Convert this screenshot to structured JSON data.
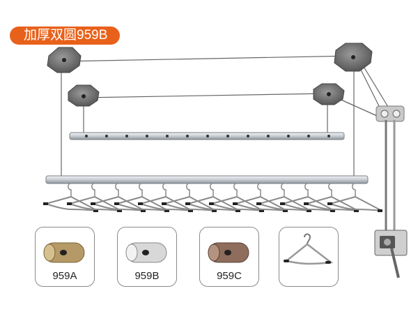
{
  "product": {
    "title": "加厚双圆959B"
  },
  "variants": [
    {
      "code": "959A",
      "color": "#b59a68"
    },
    {
      "code": "959B",
      "color": "#d8d8d8"
    },
    {
      "code": "959C",
      "color": "#8e6d5c"
    }
  ],
  "accessory": {
    "icon": "hanger-icon"
  },
  "colors": {
    "badge": "#e8611a",
    "rod": "#cfd3d7",
    "ceiling_base": "#6d6d6d"
  }
}
